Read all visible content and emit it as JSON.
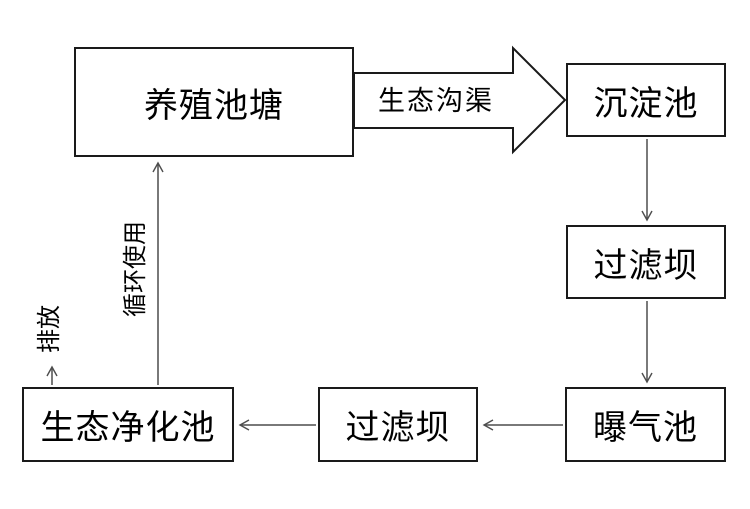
{
  "diagram": {
    "type": "flowchart",
    "nodes": [
      {
        "id": "pond",
        "label": "养殖池塘"
      },
      {
        "id": "sedimentation",
        "label": "沉淀池"
      },
      {
        "id": "filter-upper",
        "label": "过滤坝"
      },
      {
        "id": "aeration",
        "label": "曝气池"
      },
      {
        "id": "filter-lower",
        "label": "过滤坝"
      },
      {
        "id": "purification",
        "label": "生态净化池"
      }
    ],
    "edge_labels": {
      "ditch": {
        "label": "生态沟渠"
      },
      "recycle": {
        "label": "循环使用"
      },
      "discharge": {
        "label": "排放"
      }
    },
    "edges": [
      {
        "from": "pond",
        "to": "sedimentation",
        "via": "生态沟渠",
        "style": "block-arrow"
      },
      {
        "from": "sedimentation",
        "to": "filter-upper",
        "style": "thin-arrow"
      },
      {
        "from": "filter-upper",
        "to": "aeration",
        "style": "thin-arrow"
      },
      {
        "from": "aeration",
        "to": "filter-lower",
        "style": "thin-arrow"
      },
      {
        "from": "filter-lower",
        "to": "purification",
        "style": "thin-arrow"
      },
      {
        "from": "purification",
        "to": "pond",
        "via": "循环使用",
        "style": "thin-arrow"
      },
      {
        "from": "purification",
        "to": "out",
        "via": "排放",
        "style": "thin-arrow"
      }
    ],
    "colors": {
      "background": "#ffffff",
      "box_border": "#1a1a1a",
      "arrow_line": "#4d4d4d",
      "text": "#000000"
    }
  }
}
